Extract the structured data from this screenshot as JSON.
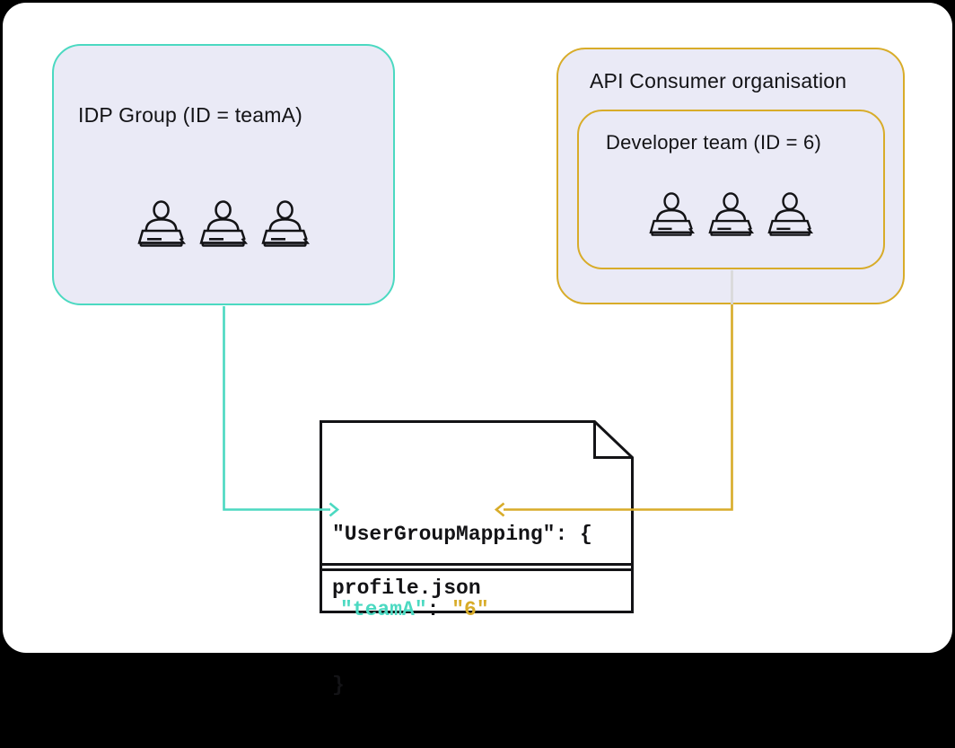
{
  "diagram": {
    "idp_group": {
      "title": "IDP Group (ID = teamA)",
      "member_count": 3
    },
    "api_org": {
      "title": "API Consumer organisation",
      "dev_team": {
        "title": "Developer team (ID = 6)",
        "member_count": 3
      }
    },
    "document": {
      "code_line1": "\"UserGroupMapping\": {",
      "code_key": "\"teamA\"",
      "code_sep": ": ",
      "code_value": "\"6\"",
      "code_line3": "}",
      "filename": "profile.json"
    },
    "mapping": {
      "idp_group_id": "teamA",
      "developer_team_id": "6"
    },
    "colors": {
      "teal": "#4BD9C1",
      "gold": "#D8AC29",
      "panel": "#EAEAF6",
      "ink": "#131316",
      "stub": "#D9D9D9"
    }
  }
}
